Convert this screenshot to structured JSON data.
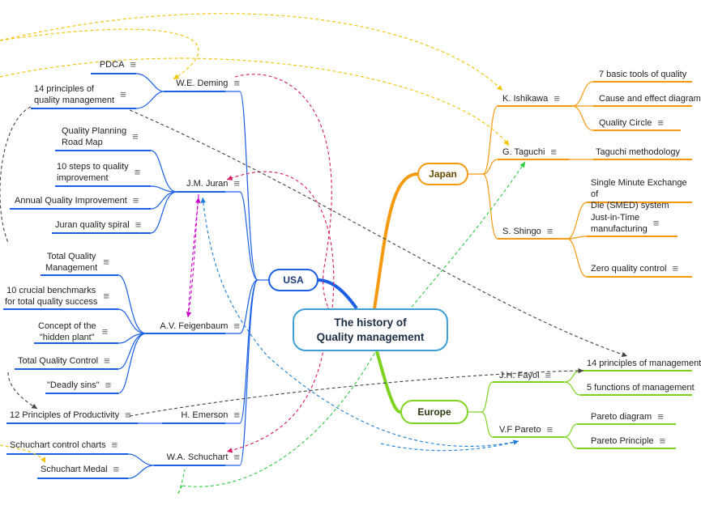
{
  "root": "The history of\nQuality management",
  "hubs": {
    "usa": "USA",
    "japan": "Japan",
    "europe": "Europe"
  },
  "usa": {
    "deming": "W.E. Deming",
    "deming_children": [
      "PDCA",
      "14 principles of\nquality management"
    ],
    "juran": "J.M. Juran",
    "juran_children": [
      "Quality Planning\nRoad Map",
      "10 steps to quality\nimprovement",
      "Annual Quality Improvement",
      "Juran quality spiral"
    ],
    "feigenbaum": "A.V. Feigenbaum",
    "feigenbaum_children": [
      "Total Quality\nManagement",
      "10 crucial benchmarks\nfor total quality success",
      "Concept of the\n\"hidden plant\"",
      "Total Quality Control",
      "\"Deadly sins\""
    ],
    "emerson": "H. Emerson",
    "emerson_children": [
      "12 Principles of Productivity"
    ],
    "schuchart": "W.A. Schuchart",
    "schuchart_children": [
      "Schuchart control charts",
      "Schuchart Medal"
    ]
  },
  "japan": {
    "ishikawa": "K. Ishikawa",
    "ishikawa_children": [
      "7 basic tools of quality",
      "Cause and effect diagram",
      "Quality Circle"
    ],
    "taguchi": "G. Taguchi",
    "taguchi_children": [
      "Taguchi methodology"
    ],
    "shingo": "S. Shingo",
    "shingo_children": [
      "Single Minute Exchange of\nDie (SMED) system",
      "Just-in-Time\nmanufacturing",
      "Zero quality control"
    ]
  },
  "europe": {
    "fayol": "J.H. Fayol",
    "fayol_children": [
      "14 principles of management",
      "5 functions of management"
    ],
    "pareto": "V.F Pareto",
    "pareto_children": [
      "Pareto diagram",
      "Pareto Principle"
    ]
  },
  "menu_icon": "≡",
  "colors": {
    "usa": "#1a5fe6",
    "japan": "#f59a0e",
    "europe": "#7ed321",
    "root_border": "#3d9fd3"
  }
}
